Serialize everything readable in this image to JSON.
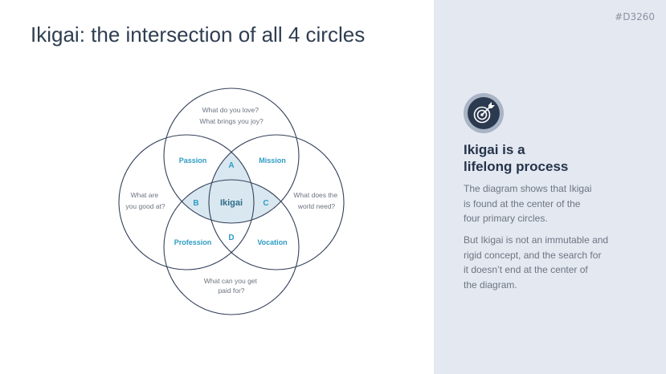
{
  "slide": {
    "title": "Ikigai: the intersection of all 4 circles",
    "code": "#D3260"
  },
  "diagram": {
    "circles": {
      "top": [
        "What do you love?",
        "What brings you joy?"
      ],
      "left": [
        "What are",
        "you good at?"
      ],
      "right": [
        "What does the",
        "world need?"
      ],
      "bottom": [
        "What can you get",
        "paid for?"
      ]
    },
    "overlaps": {
      "passion": "Passion",
      "mission": "Mission",
      "profession": "Profession",
      "vocation": "Vocation"
    },
    "letters": {
      "a": "A",
      "b": "B",
      "c": "C",
      "d": "D"
    },
    "center": "Ikigai",
    "colors": {
      "circle_stroke": "#34415a",
      "highlight_fill": "#d9e8f0",
      "accent": "#2e9cc4",
      "center_text": "#2f6b8a"
    }
  },
  "panel": {
    "icon": "target-dart-icon",
    "heading": [
      "Ikigai is a",
      "lifelong process"
    ],
    "paragraph1": [
      "The diagram shows that Ikigai",
      "is found at the center of the",
      "four primary circles."
    ],
    "paragraph2": [
      "But Ikigai is not an immutable and",
      "rigid concept, and the search for",
      "it doesn’t end at the center of",
      "the diagram."
    ],
    "background": "#e4e8f1"
  }
}
